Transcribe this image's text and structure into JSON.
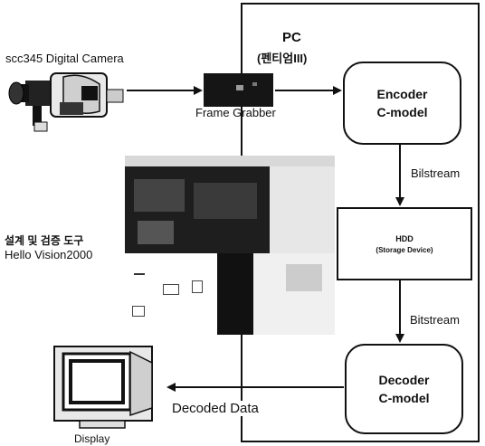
{
  "pc": {
    "title": "PC",
    "subtitle": "(펜티엄III)"
  },
  "camera": {
    "label": "scc345 Digital Camera"
  },
  "grabber": {
    "label": "Frame Grabber"
  },
  "encoder": {
    "line1": "Encoder",
    "line2": "C-model"
  },
  "hdd": {
    "line1": "HDD",
    "line2": "(Storage Device)"
  },
  "decoder": {
    "line1": "Decoder",
    "line2": "C-model"
  },
  "bitstream1": "Bilstream",
  "bitstream2": "Bitstream",
  "tool": {
    "line1": "설계 및 검증 도구",
    "line2": "Hello Vision2000"
  },
  "decoded": "Decoded Data",
  "display": "Display",
  "colors": {
    "line": "#111111",
    "bg": "#ffffff"
  }
}
